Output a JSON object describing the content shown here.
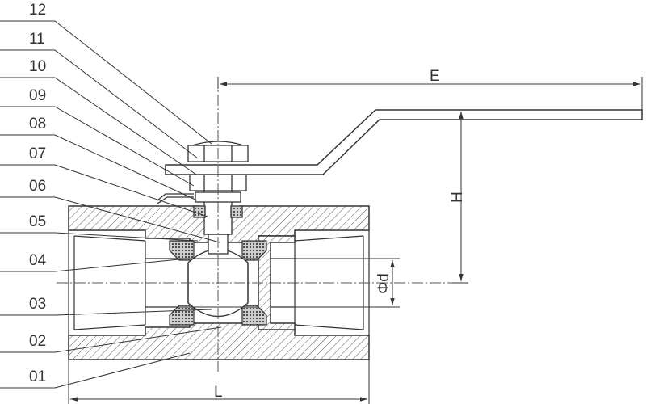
{
  "diagram": {
    "part_labels": [
      "12",
      "11",
      "10",
      "09",
      "08",
      "07",
      "06",
      "05",
      "04",
      "03",
      "02",
      "01"
    ],
    "dimensions": {
      "overall_length": "L",
      "handle_reach": "E",
      "handle_height": "H",
      "bore_diameter": "Φd"
    }
  }
}
